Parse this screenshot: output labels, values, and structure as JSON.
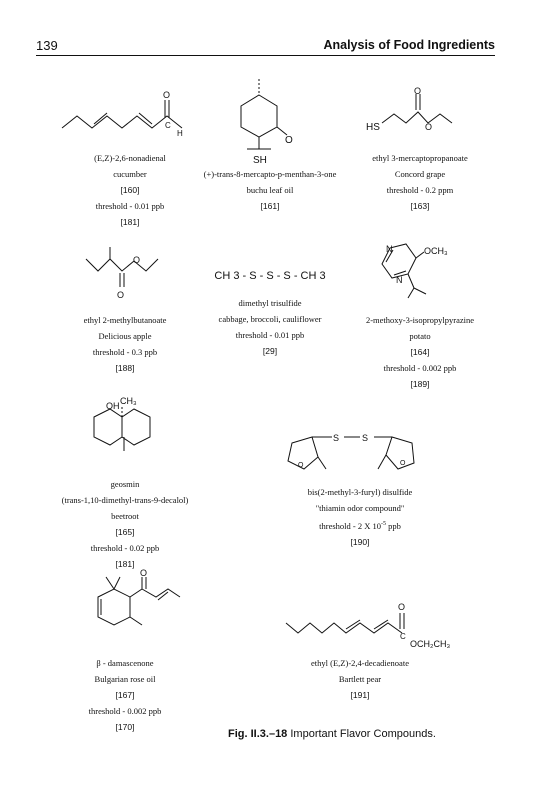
{
  "header": {
    "page_number": "139",
    "title": "Analysis of Food Ingredients"
  },
  "compounds": [
    {
      "name": "(E,Z)-2,6-nonadienal",
      "source": "cucumber",
      "ref1": "[160]",
      "threshold": "threshold - 0.01 ppb",
      "ref2": "[181]"
    },
    {
      "name": "(+)-trans-8-mercapto-p-menthan-3-one",
      "source": "buchu leaf oil",
      "ref1": "[161]"
    },
    {
      "name": "ethyl 3-mercaptopropanoate",
      "source": "Concord grape",
      "threshold": "threshold - 0.2 ppm",
      "ref1": "[163]"
    },
    {
      "name": "ethyl 2-methylbutanoate",
      "source": "Delicious apple",
      "threshold": "threshold - 0.3 ppb",
      "ref1": "[188]"
    },
    {
      "formula": "CH 3 - S - S - S - CH 3",
      "name": "dimethyl trisulfide",
      "source": "cabbage, broccoli, cauliflower",
      "threshold": "threshold - 0.01 ppb",
      "ref1": "[29]"
    },
    {
      "name": "2-methoxy-3-isopropylpyrazine",
      "source": "potato",
      "ref1": "[164]",
      "threshold": "threshold - 0.002 ppb",
      "ref2": "[189]"
    },
    {
      "name": "geosmin",
      "name2": "(trans-1,10-dimethyl-trans-9-decalol)",
      "source": "beetroot",
      "ref1": "[165]",
      "threshold": "threshold - 0.02 ppb",
      "ref2": "[181]"
    },
    {
      "name": "bis(2-methyl-3-furyl) disulfide",
      "source": "\"thiamin odor compound\"",
      "threshold": "threshold - 2 X 10",
      "threshold_exp": "-5",
      "threshold_unit": "ppb",
      "ref1": "[190]"
    },
    {
      "name": "β - damascenone",
      "source": "Bulgarian rose oil",
      "ref1": "[167]",
      "threshold": "threshold - 0.002 ppb",
      "ref2": "[170]"
    },
    {
      "name": "ethyl (E,Z)-2,4-decadienoate",
      "source": "Bartlett pear",
      "ref1": "[191]"
    }
  ],
  "figure": {
    "label": "Fig. II.3.–18",
    "title": "Important Flavor Compounds."
  }
}
